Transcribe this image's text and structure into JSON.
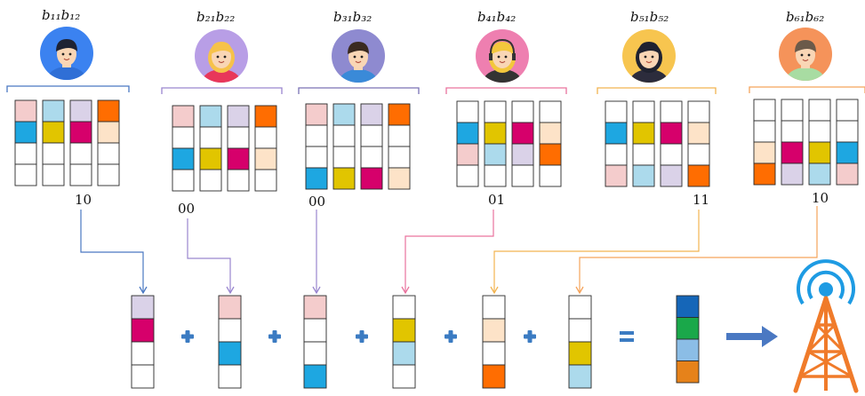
{
  "colors": {
    "pink": "#f4cccc",
    "lightblue": "#acdaec",
    "lavender": "#dad2e8",
    "orange": "#ff6d01",
    "blue": "#1ea7e1",
    "yellow": "#e1c500",
    "magenta": "#d6006b",
    "peach": "#fde3c8",
    "white": "#ffffff",
    "result_1": "#1566b8",
    "result_2": "#1aa84a",
    "result_3": "#8bbde6",
    "result_4": "#e6821a",
    "plus_sign": "#3b7bc2",
    "equals_sign": "#3b7bc2",
    "tower": "#f07b2a",
    "signal": "#1e9be3"
  },
  "users": [
    {
      "label": "b₁₁b₁₂",
      "bits": "10",
      "bracket_color": "#4a78c2",
      "arrow_color": "#4a78c2",
      "avatar": "boy-avatar-icon",
      "columns": [
        [
          "pink",
          "blue",
          "white",
          "white"
        ],
        [
          "lightblue",
          "yellow",
          "white",
          "white"
        ],
        [
          "lavender",
          "magenta",
          "white",
          "white"
        ],
        [
          "orange",
          "peach",
          "white",
          "white"
        ]
      ]
    },
    {
      "label": "b₂₁b₂₂",
      "bits": "00",
      "bracket_color": "#9a86cf",
      "arrow_color": "#9a86cf",
      "avatar": "blonde-girl-avatar-icon",
      "columns": [
        [
          "pink",
          "white",
          "blue",
          "white"
        ],
        [
          "lightblue",
          "white",
          "yellow",
          "white"
        ],
        [
          "lavender",
          "white",
          "magenta",
          "white"
        ],
        [
          "orange",
          "white",
          "peach",
          "white"
        ]
      ]
    },
    {
      "label": "b₃₁b₃₂",
      "bits": "00",
      "bracket_color": "#7a72b5",
      "arrow_color": "#9a86cf",
      "avatar": "man-avatar-icon",
      "columns": [
        [
          "pink",
          "white",
          "white",
          "blue"
        ],
        [
          "lightblue",
          "white",
          "white",
          "yellow"
        ],
        [
          "lavender",
          "white",
          "white",
          "magenta"
        ],
        [
          "orange",
          "white",
          "white",
          "peach"
        ]
      ]
    },
    {
      "label": "b₄₁b₄₂",
      "bits": "01",
      "bracket_color": "#e9739e",
      "arrow_color": "#e9739e",
      "avatar": "girl-headset-avatar-icon",
      "columns": [
        [
          "white",
          "blue",
          "pink",
          "white"
        ],
        [
          "white",
          "yellow",
          "lightblue",
          "white"
        ],
        [
          "white",
          "magenta",
          "lavender",
          "white"
        ],
        [
          "white",
          "peach",
          "orange",
          "white"
        ]
      ]
    },
    {
      "label": "b₅₁b₅₂",
      "bits": "11",
      "bracket_color": "#f2b450",
      "arrow_color": "#f2b450",
      "avatar": "woman-avatar-icon",
      "columns": [
        [
          "white",
          "blue",
          "white",
          "pink"
        ],
        [
          "white",
          "yellow",
          "white",
          "lightblue"
        ],
        [
          "white",
          "magenta",
          "white",
          "lavender"
        ],
        [
          "white",
          "peach",
          "white",
          "orange"
        ]
      ]
    },
    {
      "label": "b₆₁b₆₂",
      "bits": "10",
      "bracket_color": "#f5a35a",
      "arrow_color": "#f5a35a",
      "avatar": "old-man-avatar-icon",
      "columns": [
        [
          "white",
          "white",
          "peach",
          "orange"
        ],
        [
          "white",
          "white",
          "magenta",
          "lavender"
        ],
        [
          "white",
          "white",
          "yellow",
          "lightblue"
        ],
        [
          "white",
          "white",
          "blue",
          "pink"
        ]
      ]
    }
  ],
  "selected_columns": [
    [
      "lavender",
      "magenta",
      "white",
      "white"
    ],
    [
      "pink",
      "white",
      "blue",
      "white"
    ],
    [
      "pink",
      "white",
      "white",
      "blue"
    ],
    [
      "white",
      "yellow",
      "lightblue",
      "white"
    ],
    [
      "white",
      "peach",
      "white",
      "orange"
    ],
    [
      "white",
      "white",
      "yellow",
      "lightblue"
    ]
  ],
  "result_column": [
    "result_1",
    "result_2",
    "result_3",
    "result_4"
  ],
  "operators": {
    "plus": "+",
    "equals": "="
  },
  "tower_icon": "cell-tower-icon",
  "arrow_icon": "right-arrow-icon"
}
